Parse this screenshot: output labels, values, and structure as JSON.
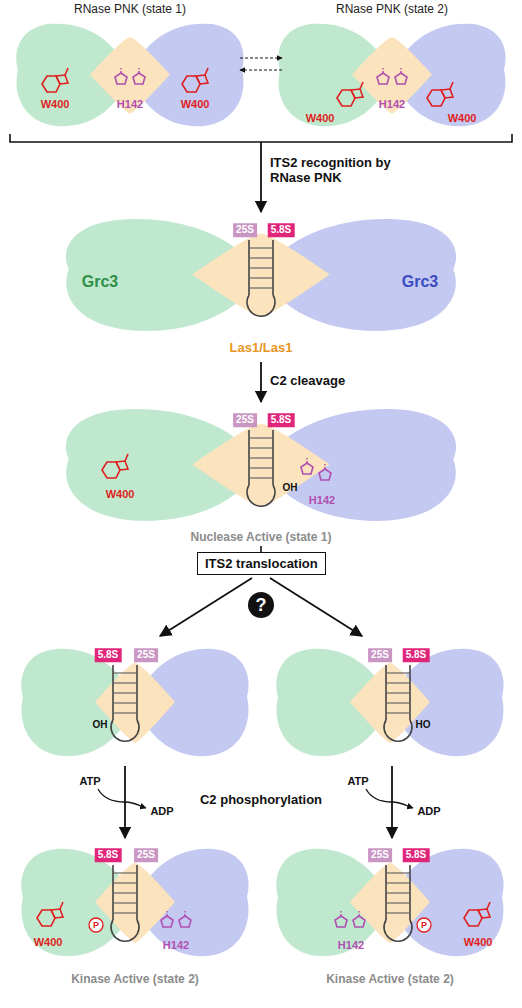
{
  "diagram": {
    "nodes": [
      {
        "text": [
          "ITS2 translocation"
        ]
      },
      {
        "text": [
          "?"
        ]
      }
    ],
    "labels": [
      "RNase PNK (state 1)",
      "RNase PNK (state 2)",
      "W400",
      "W400",
      "H142",
      "W400",
      "H142",
      "W400",
      "ITS2 recognition by RNase PNK",
      "25S",
      "5.8S",
      "Grc3",
      "Grc3",
      "Las1/Las1",
      "C2 cleavage",
      "25S",
      "5.8S",
      "W400",
      "OH",
      "H142",
      "Nuclease Active (state 1)",
      "5.8S",
      "25S",
      "OH",
      "25S",
      "5.8S",
      "HO",
      "ATP",
      "ADP",
      "C2 phosphorylation",
      "ATP",
      "ADP",
      "5.8S",
      "25S",
      "W400",
      "P",
      "H142",
      "25S",
      "5.8S",
      "H142",
      "P",
      "W400",
      "Kinase Active (state 2)",
      "Kinase Active (state 2)"
    ]
  }
}
